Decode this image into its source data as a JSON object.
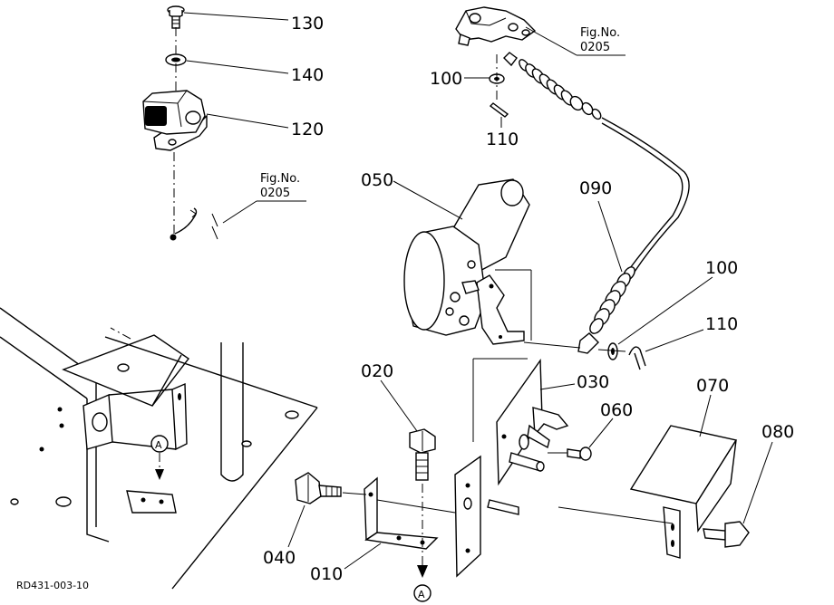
{
  "labels": {
    "p130": "130",
    "p140": "140",
    "p120": "120",
    "p100a": "100",
    "p110a": "110",
    "p050": "050",
    "p090": "090",
    "p100b": "100",
    "p110b": "110",
    "p030": "030",
    "p020": "020",
    "p060": "060",
    "p070": "070",
    "p080": "080",
    "p040": "040",
    "p010": "010"
  },
  "figref1": {
    "line1": "Fig.No.",
    "line2": "0205"
  },
  "figref2": {
    "line1": "Fig.No.",
    "line2": "0205"
  },
  "marker": {
    "a_top": "A",
    "a_bottom": "A"
  },
  "drawing_code": "RD431-003-10"
}
